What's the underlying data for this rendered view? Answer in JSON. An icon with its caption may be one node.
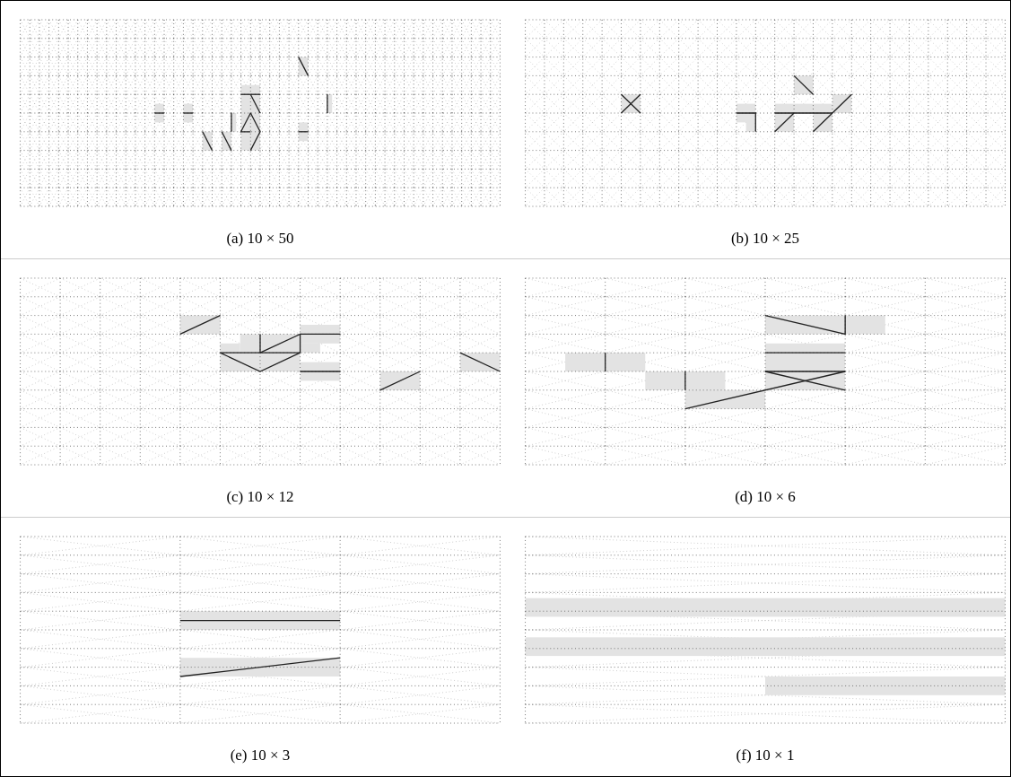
{
  "diagram": {
    "labels": [
      "(a) 10 × 50",
      "(b) 10 × 25",
      "(c) 10 × 12",
      "(d) 10 × 6",
      "(e) 10 × 3",
      "(f) 10 × 1"
    ]
  }
}
